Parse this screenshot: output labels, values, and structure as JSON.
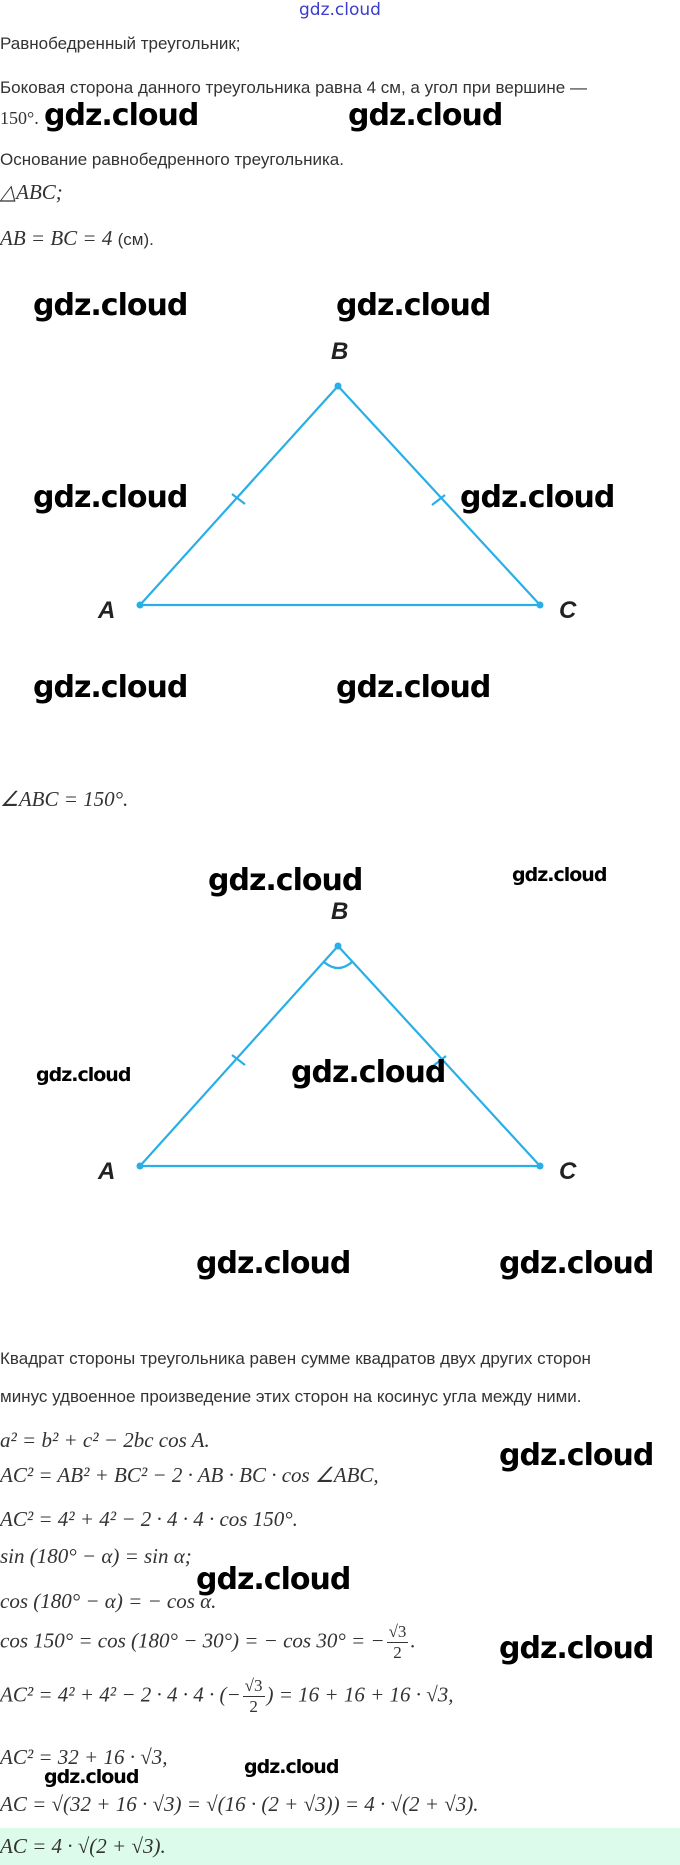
{
  "header": {
    "site_link": "gdz.cloud"
  },
  "watermark": "gdz.cloud",
  "given": {
    "line1": "Равнобедренный треугольник;",
    "line2": "Боковая сторона данного треугольника равна 4 см, а угол при вершине —",
    "line3": "150°."
  },
  "find": {
    "line": "Основание равнобедренного треугольника."
  },
  "solution": {
    "triangle": "△ABC;",
    "sides": "AB = BC = 4",
    "sides_unit": "(см).",
    "angle": "∠ABC = 150°.",
    "rule_line1": "Квадрат стороны треугольника равен сумме квадратов двух других сторон",
    "rule_line2": "минус удвоенное произведение этих сторон на косинус угла между ними.",
    "eq1": "a² = b² + c² − 2bc cos A.",
    "eq2": "AC² = AB² + BC² − 2 · AB · BC · cos ∠ABC,",
    "eq3": "AC² = 4² + 4² − 2 · 4 · 4 · cos 150°.",
    "eq4": "sin (180° − α) = sin α;",
    "eq5": "cos (180° − α) = − cos α.",
    "eq6_left": "cos 150° = cos (180° − 30°) = − cos 30° = −",
    "eq6_num": "√3",
    "eq6_den": "2",
    "eq7_left": "AC² = 4² + 4² − 2 · 4 · 4 · (−",
    "eq7_num": "√3",
    "eq7_den": "2",
    "eq7_right": ") = 16 + 16 + 16 · √3,",
    "eq8": "AC² = 32 + 16 · √3,",
    "eq9": "AC = √(32 + 16 · √3) = √(16 · (2 + √3)) = 4 · √(2 + √3).",
    "answer": "AC = 4 · √(2 + √3)."
  },
  "figures": {
    "vertices": {
      "a": "A",
      "b": "B",
      "c": "C"
    },
    "line_color": "#29aee6"
  }
}
